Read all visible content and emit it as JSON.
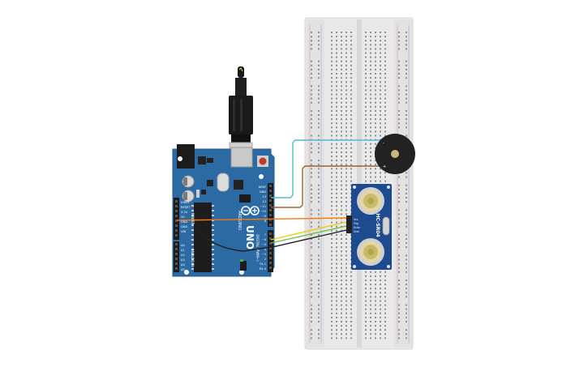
{
  "arduino": {
    "brand": "ARDUINO",
    "model": "UNO",
    "power_labels": [
      "IOREF",
      "RESET",
      "3.3V",
      "5V",
      "GND",
      "GND",
      "VIN"
    ],
    "analog_labels": [
      "A0",
      "A1",
      "A2",
      "A3",
      "A4",
      "A5"
    ],
    "power_header": "POWER",
    "analog_header": "ANALOG IN",
    "digital_top_labels": [
      "AREF",
      "GND",
      "13",
      "12",
      "~11",
      "~10",
      "~9",
      "8"
    ],
    "digital_bottom_labels": [
      "7",
      "~6",
      "~5",
      "4",
      "~3",
      "2",
      "TX 1",
      "RX 0"
    ],
    "digital_header": "DIGITAL (PWM~)"
  },
  "sensor": {
    "model": "HC-SR04",
    "pins": [
      "Vcc",
      "Trig",
      "Echo",
      "Gnd"
    ]
  },
  "wires": [
    {
      "name": "5v-to-vcc",
      "color": "#f97a06"
    },
    {
      "name": "pin4-to-trig",
      "color": "#f2c811"
    },
    {
      "name": "pin3-to-echo",
      "color": "#6cc04a"
    },
    {
      "name": "gnd-to-gnd",
      "color": "#222222"
    },
    {
      "name": "pin13-to-buzzer-neg",
      "color": "#56b9d6"
    },
    {
      "name": "pin12-to-buzzer-pos",
      "color": "#a0622d"
    }
  ],
  "colors": {
    "board": "#2b6aa3",
    "breadboard": "#e6e6e6",
    "sensor_pcb": "#1d4b8f",
    "buzzer": "#222222"
  }
}
